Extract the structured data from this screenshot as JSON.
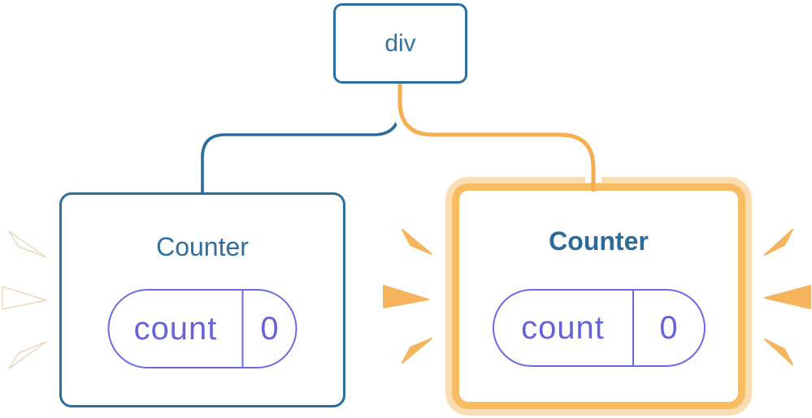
{
  "diagram": {
    "description": "React component tree: a div root with two Counter children, each holding state count=0; the right Counter is highlighted as re-rendering",
    "root_node": {
      "label": "div"
    },
    "left_counter": {
      "title": "Counter",
      "state_key": "count",
      "state_value": "0",
      "highlighted": false
    },
    "right_counter": {
      "title": "Counter",
      "state_key": "count",
      "state_value": "0",
      "highlighted": true
    }
  },
  "colors": {
    "node_blue": "#2E6E9D",
    "title_blue": "#2F6F9E",
    "state_purple": "#6D6ADF",
    "highlight_orange": "#F8BC62",
    "highlight_halo": "#FBDDB3",
    "edge_orange": "#F4AF53",
    "ray_orange": "#F6B45C",
    "ray_white": "#FFFFFF"
  }
}
